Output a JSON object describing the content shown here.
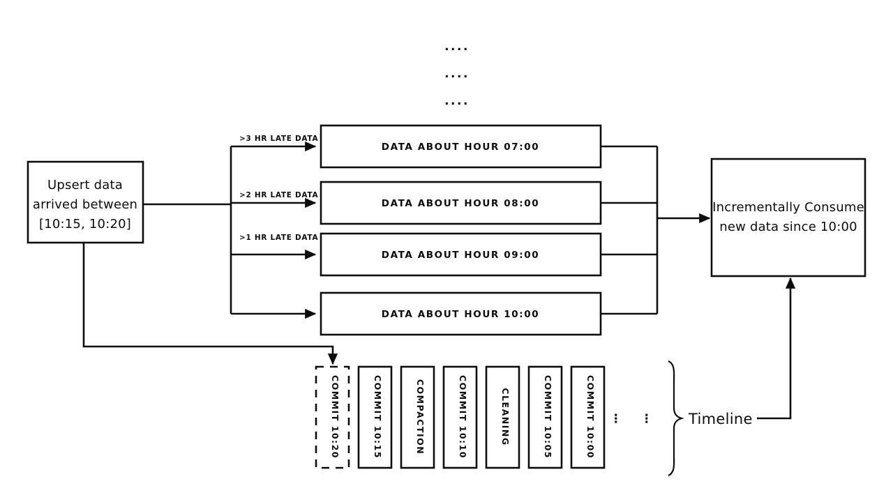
{
  "diagram": {
    "title": "Hudi incremental ingestion and timeline diagram",
    "colors": {
      "stroke": "#0d0d0d",
      "fill": "#ffffff",
      "background": "#ffffff"
    },
    "top_ellipsis": [
      "....",
      "....",
      "...."
    ],
    "source_node": {
      "lines": [
        "Upsert data",
        "arrived between",
        "[10:15, 10:20]"
      ]
    },
    "edge_labels": [
      ">3 HR LATE DATA",
      ">2 HR LATE DATA",
      ">1 HR LATE DATA"
    ],
    "hour_boxes": [
      {
        "label": "DATA ABOUT HOUR 07:00"
      },
      {
        "label": "DATA ABOUT HOUR 08:00"
      },
      {
        "label": "DATA ABOUT HOUR 09:00"
      },
      {
        "label": "DATA ABOUT HOUR 10:00"
      }
    ],
    "consumer_node": {
      "lines": [
        "Incrementally Consume",
        "new data since 10:00"
      ]
    },
    "timeline": {
      "label": "Timeline",
      "ellipsis": [
        "⋮",
        "⋮"
      ],
      "commits": [
        {
          "label": "COMMIT 10:20",
          "style": "dashed"
        },
        {
          "label": "COMMIT 10:15",
          "style": "solid"
        },
        {
          "label": "COMPACTION",
          "style": "solid"
        },
        {
          "label": "COMMIT 10:10",
          "style": "solid"
        },
        {
          "label": "CLEANING",
          "style": "solid"
        },
        {
          "label": "COMMIT 10:05",
          "style": "solid"
        },
        {
          "label": "COMMIT 10:00",
          "style": "solid"
        }
      ]
    }
  }
}
